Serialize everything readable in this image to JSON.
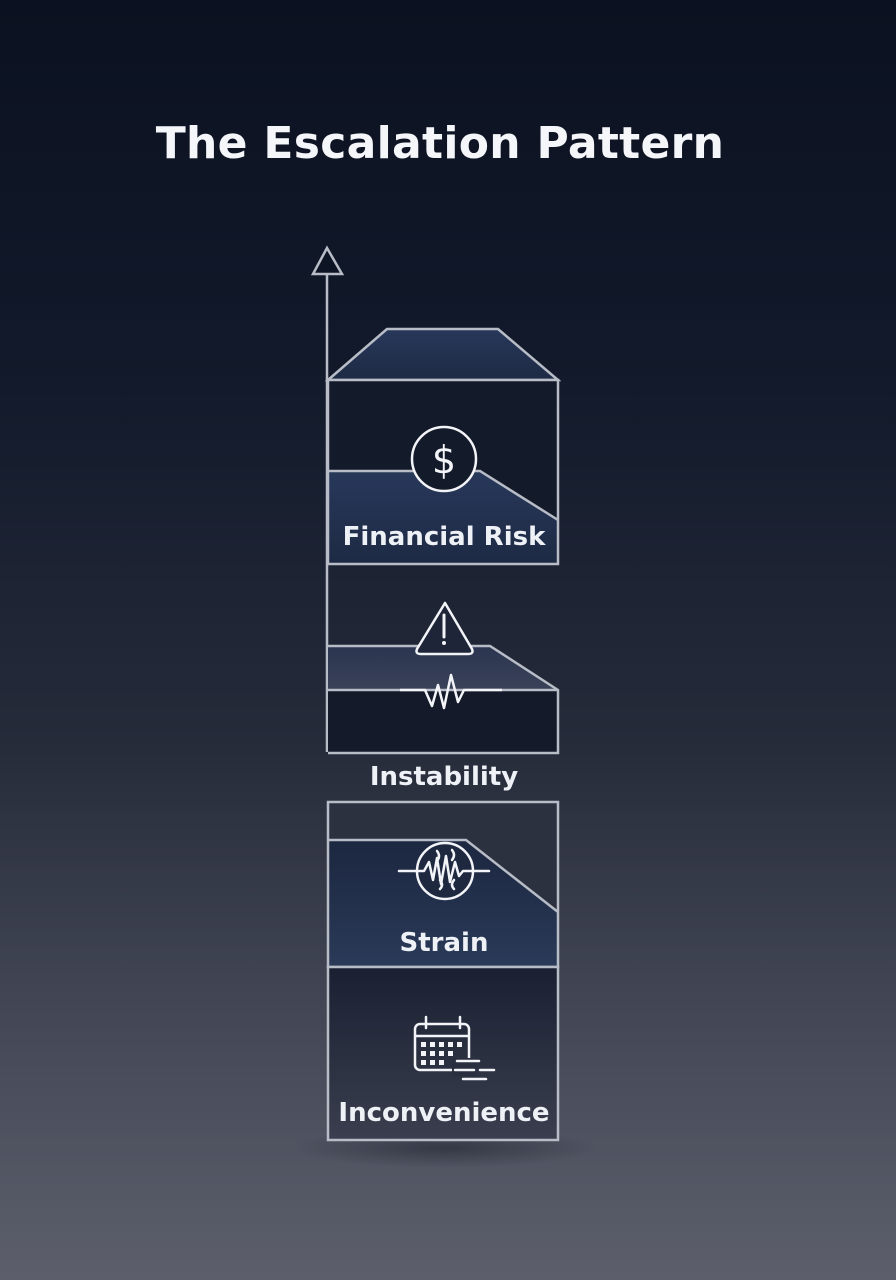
{
  "title": "The Escalation Pattern",
  "levels": [
    {
      "label": "Financial Risk",
      "icon": "dollar-circle-icon"
    },
    {
      "label": "Instability",
      "icon": "warning-triangle-icon"
    },
    {
      "label": "Strain",
      "icon": "stress-wave-icon"
    },
    {
      "label": "Inconvenience",
      "icon": "calendar-icon"
    }
  ],
  "colors": {
    "stroke": "#b8bcc6",
    "fill_blue": "#24324c",
    "fill_dark": "#141b2b",
    "text": "#eef1f6"
  }
}
